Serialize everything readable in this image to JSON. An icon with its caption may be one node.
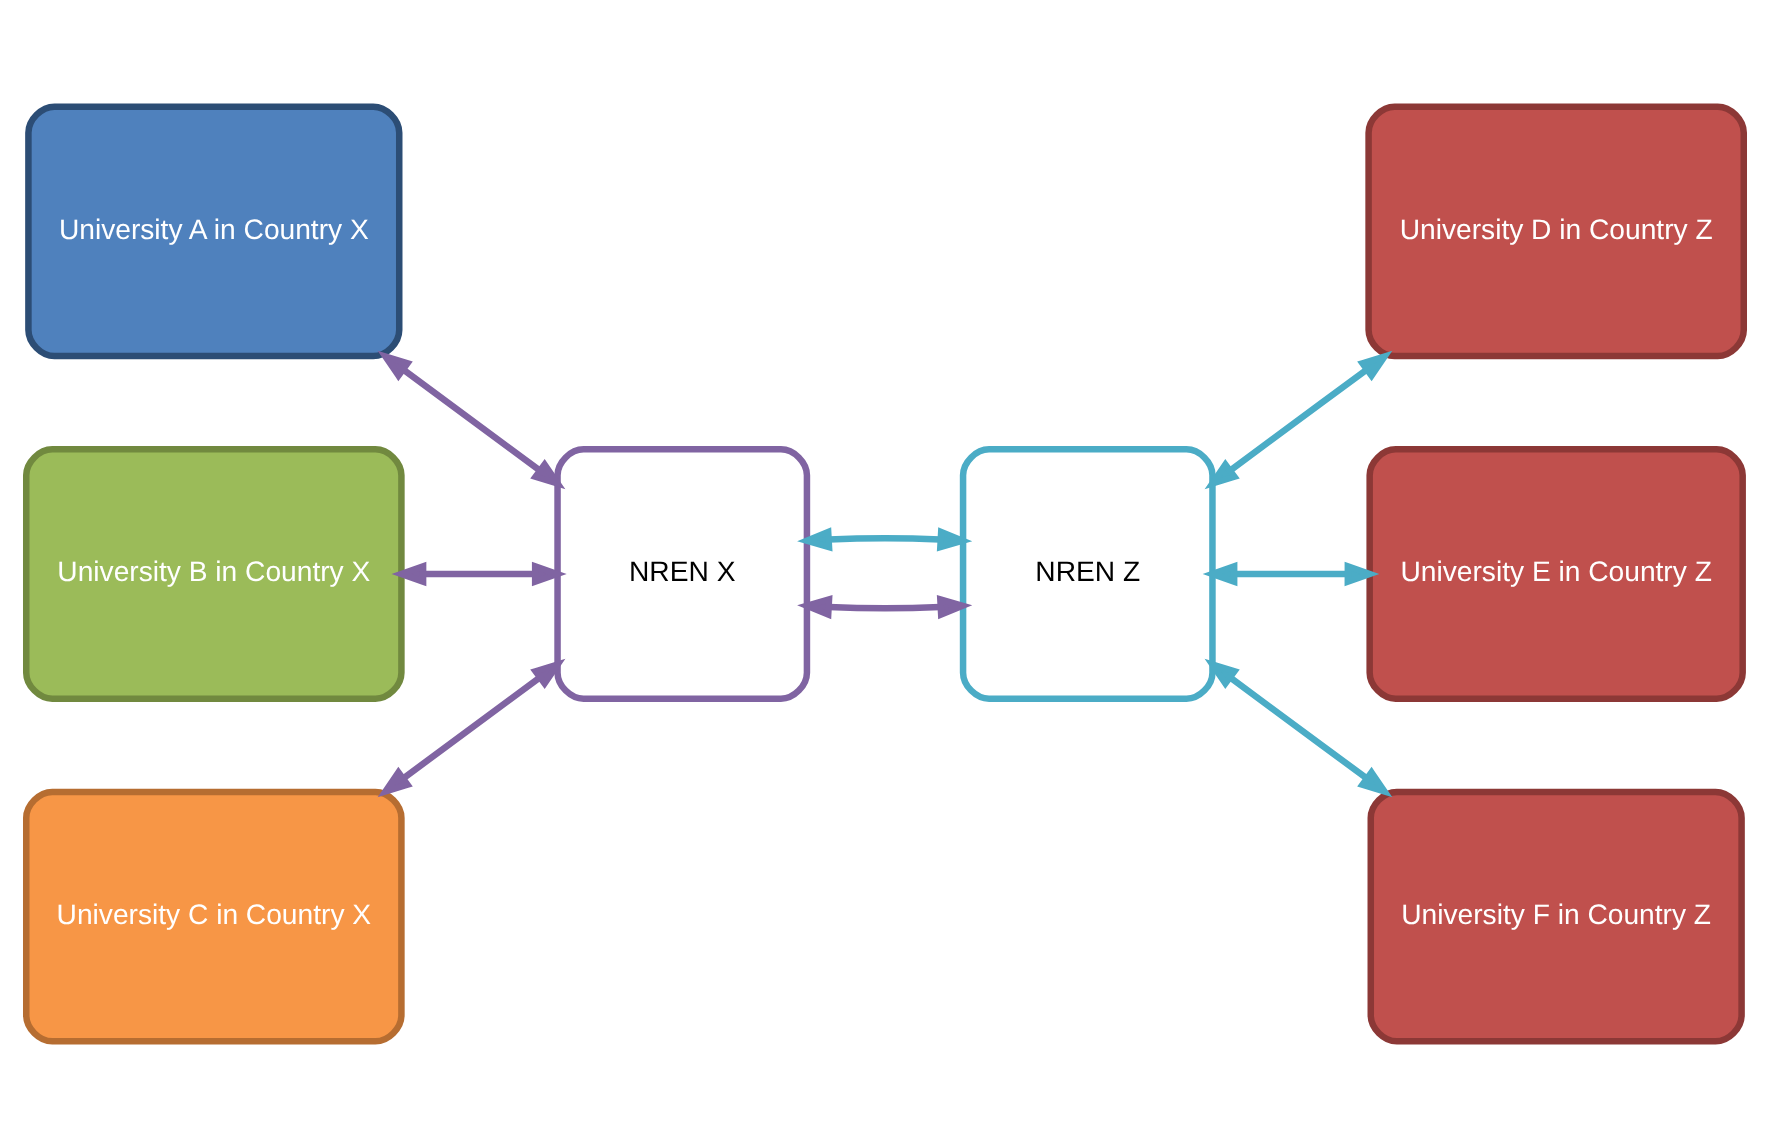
{
  "diagram": {
    "nodes": [
      {
        "text": [
          "University A in Country X"
        ]
      },
      {
        "text": [
          "University B in Country X"
        ]
      },
      {
        "text": [
          "University C in Country X"
        ]
      },
      {
        "text": [
          "NREN X"
        ]
      },
      {
        "text": [
          "NREN Z"
        ]
      },
      {
        "text": [
          "University D in Country Z"
        ]
      },
      {
        "text": [
          "University E in Country Z"
        ]
      },
      {
        "text": [
          "University F in Country Z"
        ]
      }
    ],
    "edges": [
      {
        "from": 0,
        "to": 3,
        "arrow": "both",
        "color": "#8064a2"
      },
      {
        "from": 1,
        "to": 3,
        "arrow": "both",
        "color": "#8064a2"
      },
      {
        "from": 2,
        "to": 3,
        "arrow": "both",
        "color": "#8064a2"
      },
      {
        "from": 3,
        "to": 4,
        "arrow": "both",
        "color": "#8064a2"
      },
      {
        "from": 3,
        "to": 4,
        "arrow": "both",
        "color": "#4bacc6"
      },
      {
        "from": 4,
        "to": 5,
        "arrow": "both",
        "color": "#4bacc6"
      },
      {
        "from": 4,
        "to": 6,
        "arrow": "both",
        "color": "#4bacc6"
      },
      {
        "from": 4,
        "to": 7,
        "arrow": "both",
        "color": "#4bacc6"
      }
    ]
  }
}
